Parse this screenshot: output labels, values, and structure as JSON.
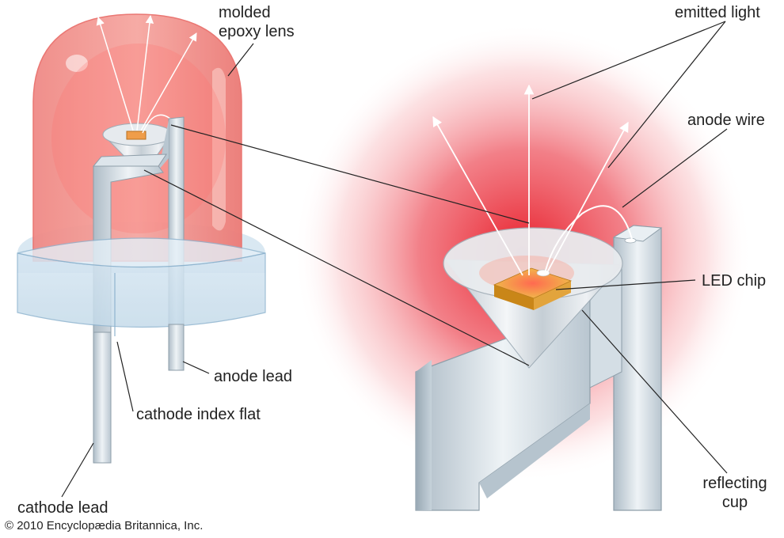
{
  "labels": {
    "molded_epoxy_lens": [
      "molded",
      "epoxy lens"
    ],
    "emitted_light": "emitted light",
    "anode_wire": "anode wire",
    "led_chip": "LED chip",
    "anode_lead": "anode lead",
    "cathode_index_flat": "cathode index flat",
    "cathode_lead": "cathode lead",
    "reflecting_cup": [
      "reflecting",
      "cup"
    ]
  },
  "copyright": "© 2010 Encyclopædia Britannica, Inc.",
  "colors": {
    "lens_red": "#f27a78",
    "glow_red": "#e8202c",
    "chip_gold": "#e9a93a",
    "metal": "#c9d4dc",
    "leader_line": "#222222"
  }
}
